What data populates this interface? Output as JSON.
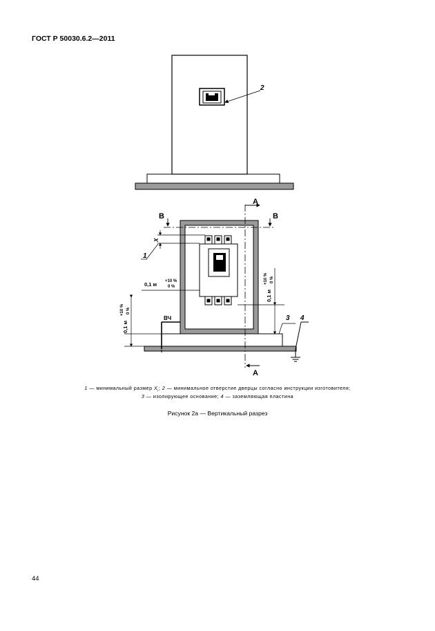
{
  "header": {
    "doc_id": "ГОСТ Р 50030.6.2—2011"
  },
  "figure": {
    "labels": {
      "part_1": "1",
      "part_2": "2",
      "part_3": "3",
      "part_4": "4",
      "section_a": "А",
      "section_b": "В",
      "x_dim": "X",
      "dim_tolerance_top": "+10 %",
      "dim_tolerance_bottom": "0 %",
      "dim_value": "0,1 м",
      "hf": "ВЧ"
    }
  },
  "legend": {
    "line1": {
      "n1": "1",
      "t1": " — минимальный размер ",
      "x": "X",
      "x_sub": "i",
      "t2": "; ",
      "n2": "2",
      "t3": " — минимальное отверстие дверцы согласно инструкции изготовителя;"
    },
    "line2": {
      "n3": "3",
      "t4": " — изолирующее основание; ",
      "n4": "4",
      "t5": " — заземляющая пластина"
    }
  },
  "caption": "Рисунок 2а — Вертикальный разрез",
  "page_number": "44"
}
